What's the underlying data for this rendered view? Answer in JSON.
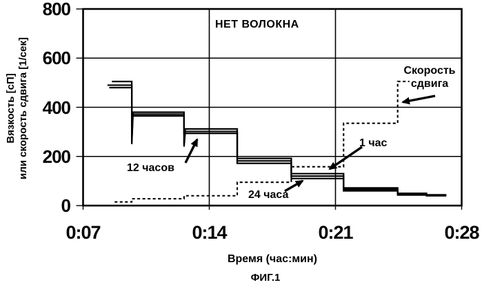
{
  "figure_caption": "ФИГ.1",
  "colors": {
    "line": "#000000",
    "background": "#ffffff"
  },
  "chart_data": {
    "type": "line",
    "annotation_title": "НЕТ ВОЛОКНА",
    "xlabel": "Время (час:мин)",
    "ylabel": "Вязкость [сП] или скорость сдвига [1/сек]",
    "ylabel_lines": [
      "Вязкость [сП]",
      "или скорость сдвига [1/сек]"
    ],
    "xlim_minutes": [
      7,
      28
    ],
    "ylim": [
      0,
      800
    ],
    "grid": true,
    "legend_position": "none",
    "xticks": [
      {
        "minute": 7,
        "label": "0:07"
      },
      {
        "minute": 14,
        "label": "0:14"
      },
      {
        "minute": 21,
        "label": "0:21"
      },
      {
        "minute": 28,
        "label": "0:28"
      }
    ],
    "yticks": [
      {
        "value": 0,
        "label": "0"
      },
      {
        "value": 200,
        "label": "200"
      },
      {
        "value": 400,
        "label": "400"
      },
      {
        "value": 600,
        "label": "600"
      },
      {
        "value": 800,
        "label": "800"
      }
    ],
    "series": [
      {
        "id": "viscosity_1h",
        "name": "1 час",
        "role": "viscosity",
        "style": "solid",
        "segments": [
          {
            "t": [
              8.6,
              9.7
            ],
            "v": 505
          },
          {
            "t": [
              9.7,
              12.6
            ],
            "v": 380,
            "spike": 258
          },
          {
            "t": [
              12.6,
              15.55
            ],
            "v": 312,
            "spike": 248
          },
          {
            "t": [
              15.55,
              18.55
            ],
            "v": 192
          },
          {
            "t": [
              18.55,
              21.45
            ],
            "v": 130
          },
          {
            "t": [
              21.45,
              24.45
            ],
            "v": 72
          },
          {
            "t": [
              24.45,
              26.05
            ],
            "v": 50
          },
          {
            "t": [
              26.05,
              27.15
            ],
            "v": 44
          }
        ]
      },
      {
        "id": "viscosity_12h",
        "name": "12 часов",
        "role": "viscosity",
        "style": "solid",
        "segments": [
          {
            "t": [
              8.35,
              9.7
            ],
            "v": 490
          },
          {
            "t": [
              9.7,
              12.6
            ],
            "v": 372,
            "spike": 250
          },
          {
            "t": [
              12.6,
              15.55
            ],
            "v": 302,
            "spike": 240
          },
          {
            "t": [
              15.55,
              18.55
            ],
            "v": 182
          },
          {
            "t": [
              18.55,
              21.45
            ],
            "v": 120
          },
          {
            "t": [
              21.45,
              24.45
            ],
            "v": 66
          },
          {
            "t": [
              24.45,
              26.05
            ],
            "v": 46
          },
          {
            "t": [
              26.05,
              27.15
            ],
            "v": 42
          }
        ]
      },
      {
        "id": "viscosity_24h",
        "name": "24 часа",
        "role": "viscosity",
        "style": "solid",
        "segments": [
          {
            "t": [
              8.45,
              9.7
            ],
            "v": 480
          },
          {
            "t": [
              9.7,
              12.6
            ],
            "v": 365
          },
          {
            "t": [
              12.6,
              15.55
            ],
            "v": 294
          },
          {
            "t": [
              15.55,
              18.55
            ],
            "v": 172
          },
          {
            "t": [
              18.55,
              21.45
            ],
            "v": 110
          },
          {
            "t": [
              21.45,
              24.45
            ],
            "v": 60
          },
          {
            "t": [
              24.45,
              26.05
            ],
            "v": 43
          },
          {
            "t": [
              26.05,
              27.15
            ],
            "v": 40
          }
        ]
      },
      {
        "id": "shear_rate",
        "name": "Скорость сдвига",
        "role": "shear_rate",
        "style": "dashed",
        "segments": [
          {
            "t": [
              8.75,
              9.7
            ],
            "v": 15
          },
          {
            "t": [
              9.7,
              12.6
            ],
            "v": 28
          },
          {
            "t": [
              12.6,
              15.55
            ],
            "v": 40
          },
          {
            "t": [
              15.55,
              18.55
            ],
            "v": 95
          },
          {
            "t": [
              18.55,
              21.45
            ],
            "v": 158
          },
          {
            "t": [
              21.45,
              24.45
            ],
            "v": 335
          },
          {
            "t": [
              24.45,
              25.1
            ],
            "v": 505
          }
        ]
      }
    ]
  }
}
